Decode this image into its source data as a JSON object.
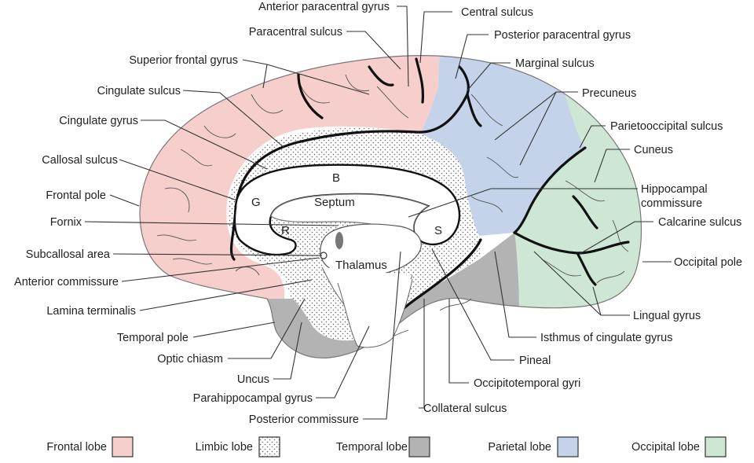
{
  "colors": {
    "frontal": "#f6cfcc",
    "limbic": "#ffffff",
    "temporal": "#b3b3b3",
    "parietal": "#c5d3ea",
    "occipital": "#cde7d4"
  },
  "labels": {
    "anterior_paracentral_gyrus": "Anterior paracentral gyrus",
    "central_sulcus": "Central sulcus",
    "paracentral_sulcus": "Paracentral sulcus",
    "posterior_paracentral_gyrus": "Posterior paracentral gyrus",
    "superior_frontal_gyrus": "Superior frontal gyrus",
    "marginal_sulcus": "Marginal sulcus",
    "cingulate_sulcus": "Cingulate sulcus",
    "precuneus": "Precuneus",
    "cingulate_gyrus": "Cingulate gyrus",
    "parietooccipital_sulcus": "Parietooccipital sulcus",
    "cuneus": "Cuneus",
    "callosal_sulcus": "Callosal sulcus",
    "hippocampal_commissure_1": "Hippocampal",
    "hippocampal_commissure_2": "commissure",
    "frontal_pole": "Frontal pole",
    "fornix": "Fornix",
    "calcarine_sulcus": "Calcarine sulcus",
    "subcallosal_area": "Subcallosal area",
    "occipital_pole": "Occipital pole",
    "anterior_commissure": "Anterior commissure",
    "lamina_terminalis": "Lamina terminalis",
    "lingual_gyrus": "Lingual gyrus",
    "temporal_pole": "Temporal pole",
    "isthmus_cingulate": "Isthmus of cingulate gyrus",
    "optic_chiasm": "Optic chiasm",
    "pineal": "Pineal",
    "uncus": "Uncus",
    "occipitotemporal_gyri": "Occipitotemporal gyri",
    "parahippocampal_gyrus": "Parahippocampal gyrus",
    "collateral_sulcus": "Collateral sulcus",
    "posterior_commissure": "Posterior commissure"
  },
  "inner_labels": {
    "b": "B",
    "g": "G",
    "septum": "Septum",
    "r": "R",
    "s": "S",
    "thalamus": "Thalamus"
  },
  "legend": [
    {
      "label": "Frontal lobe",
      "color": "#f6cfcc",
      "pattern": "solid"
    },
    {
      "label": "Limbic lobe",
      "color": "#ffffff",
      "pattern": "dots"
    },
    {
      "label": "Temporal lobe",
      "color": "#b3b3b3",
      "pattern": "solid"
    },
    {
      "label": "Parietal lobe",
      "color": "#c5d3ea",
      "pattern": "solid"
    },
    {
      "label": "Occipital lobe",
      "color": "#cde7d4",
      "pattern": "solid"
    }
  ]
}
